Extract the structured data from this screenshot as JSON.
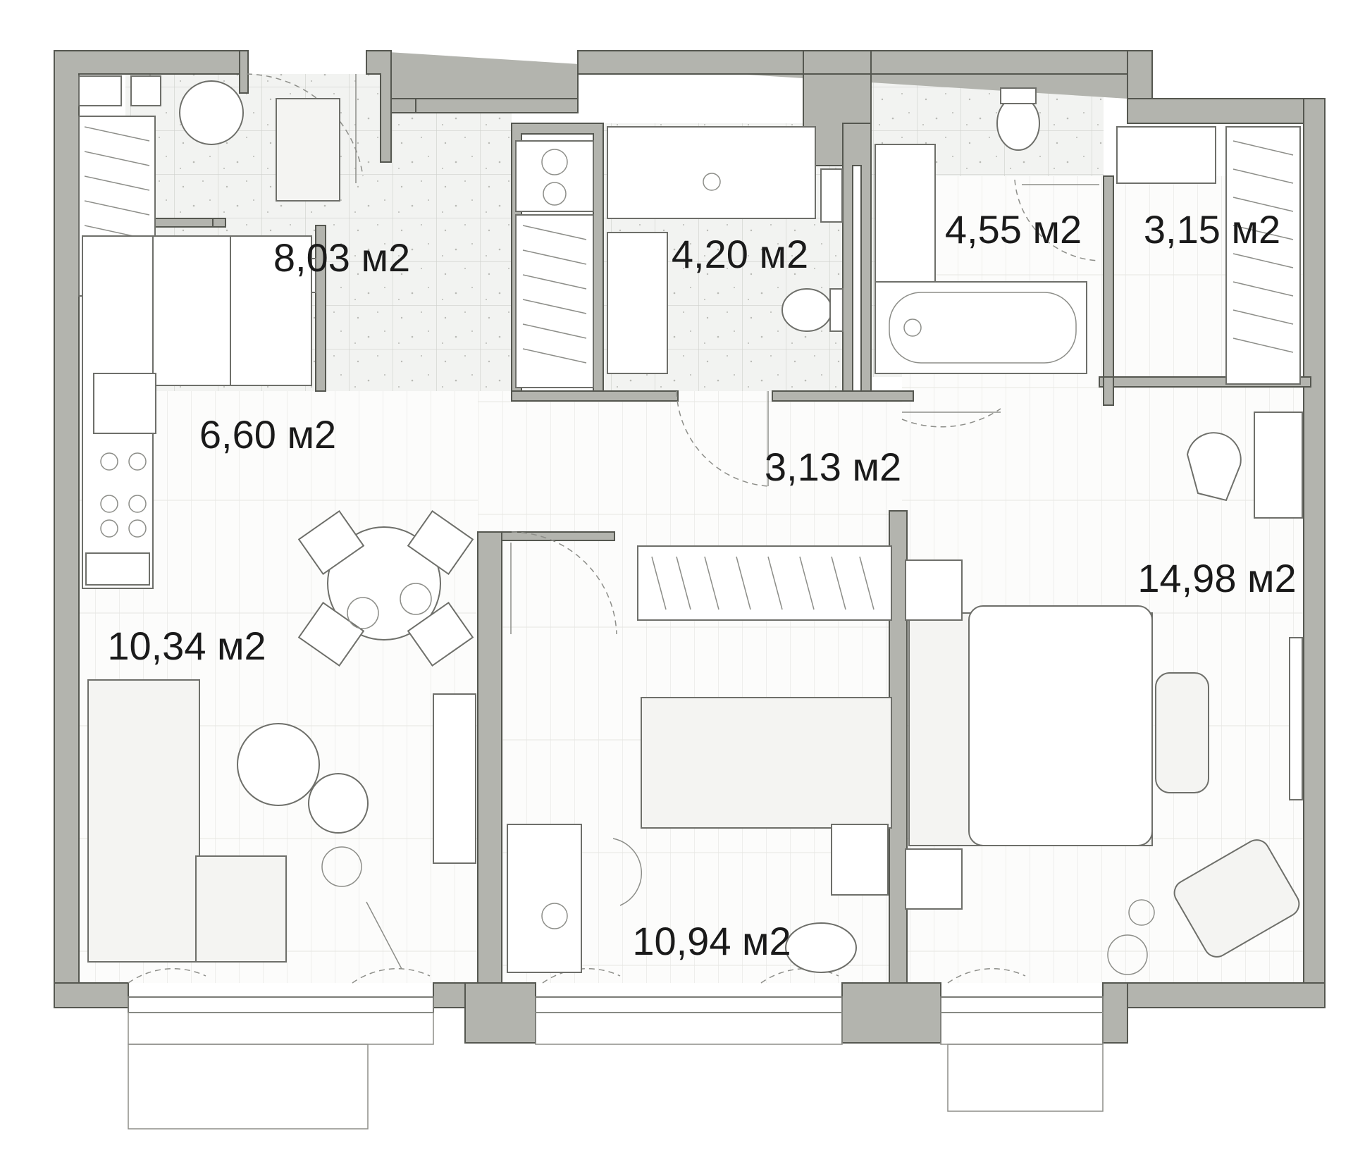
{
  "rooms": [
    {
      "id": "hall",
      "area": "8,03 м2"
    },
    {
      "id": "bath1",
      "area": "4,20 м2"
    },
    {
      "id": "bath2",
      "area": "4,55 м2"
    },
    {
      "id": "closet",
      "area": "3,15 м2"
    },
    {
      "id": "kitchen",
      "area": "6,60 м2"
    },
    {
      "id": "corridor",
      "area": "3,13 м2"
    },
    {
      "id": "living",
      "area": "10,34 м2"
    },
    {
      "id": "bedroom2",
      "area": "10,94 м2"
    },
    {
      "id": "bedroom1",
      "area": "14,98 м2"
    }
  ],
  "colors": {
    "wall": "#b3b4ae",
    "outline": "#555750",
    "tile_floor": "#f2f3f1",
    "wood_floor": "#fbfbfa"
  }
}
